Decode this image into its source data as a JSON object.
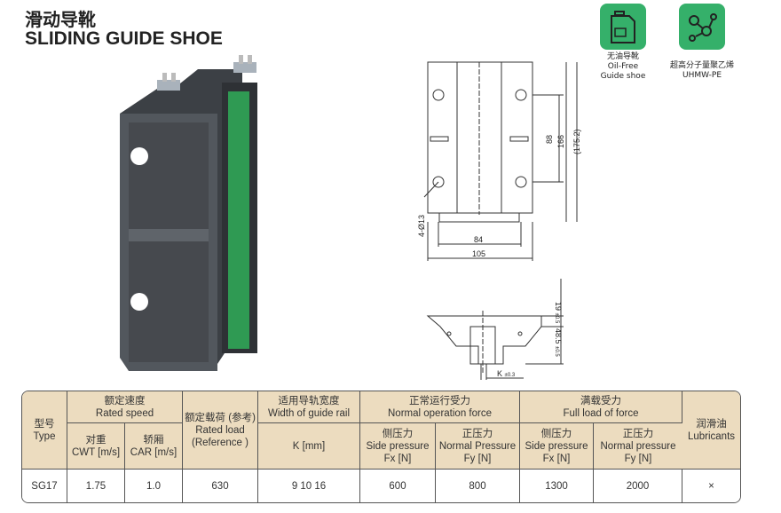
{
  "title_cn": "滑动导靴",
  "title_en": "SLIDING GUIDE SHOE",
  "badges": [
    {
      "icon": "oil-can-icon",
      "lines": [
        "无油导靴",
        "Oil-Free",
        "Guide shoe"
      ]
    },
    {
      "icon": "molecule-icon",
      "lines": [
        "超高分子量聚乙烯",
        "UHMW-PE"
      ]
    }
  ],
  "dimensions": {
    "d88": "88",
    "d166": "166",
    "d175": "(175.2)",
    "holes": "4-Ø13",
    "d84": "84",
    "d105": "105",
    "d19": "19",
    "d19_tol": "±0.5",
    "d48": "48.5",
    "d48_tol": "±0.5",
    "k": "K",
    "k_tol": "±0.3"
  },
  "table": {
    "type": [
      "型号",
      "Type"
    ],
    "rated_speed": [
      "额定速度",
      "Rated speed"
    ],
    "cwt": [
      "对重",
      "CWT [m/s]"
    ],
    "car": [
      "轿厢",
      "CAR [m/s]"
    ],
    "rated_load": [
      "额定载荷 (参考)",
      "Rated load",
      "(Reference )"
    ],
    "rail_width": [
      "适用导轨宽度",
      "Width of guide rail"
    ],
    "k": "K [mm]",
    "normal_force": [
      "正常运行受力",
      "Normal operation force"
    ],
    "full_force": [
      "满载受力",
      "Full load of force"
    ],
    "side1": [
      "侧压力",
      "Side pressure",
      "Fx [N]"
    ],
    "normal1": [
      "正压力",
      "Normal Pressure",
      "Fy [N]"
    ],
    "side2": [
      "侧压力",
      "Side pressure",
      "Fx [N]"
    ],
    "normal2": [
      "正压力",
      "Normal pressure",
      "Fy [N]"
    ],
    "lubricants": [
      "润滑油",
      "Lubricants"
    ],
    "rows": [
      [
        "SG17",
        "1.75",
        "1.0",
        "630",
        "9 10 16",
        "600",
        "800",
        "1300",
        "2000",
        "×"
      ]
    ]
  }
}
